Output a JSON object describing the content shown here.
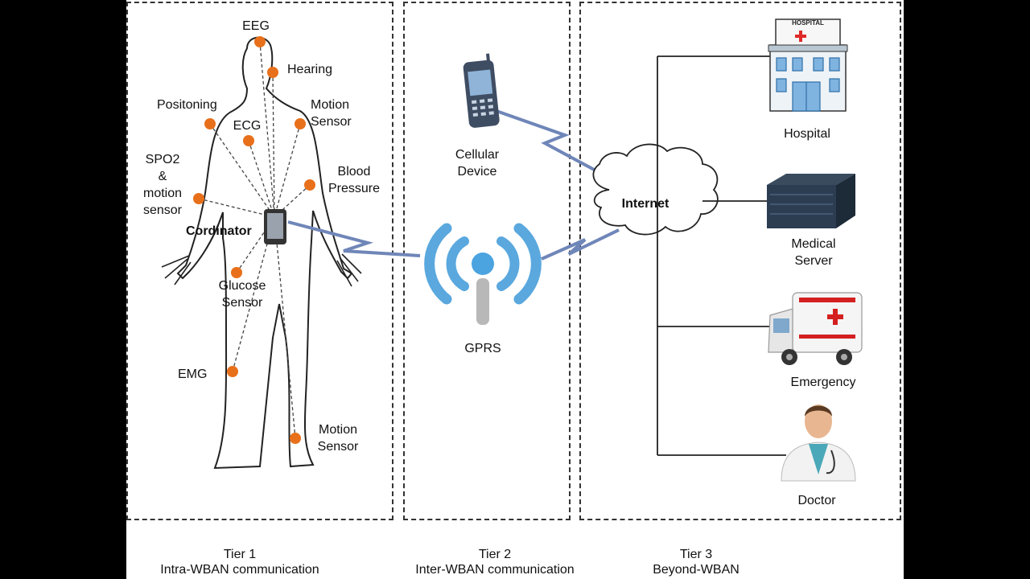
{
  "tiers": [
    {
      "title": "Tier 1",
      "subtitle": "Intra-WBAN communication"
    },
    {
      "title": "Tier 2",
      "subtitle": "Inter-WBAN communication"
    },
    {
      "title": "Tier 3",
      "subtitle": "Beyond-WBAN"
    }
  ],
  "sensors": {
    "eeg": "EEG",
    "hearing": "Hearing",
    "positioning": "Positoning",
    "ecg": "ECG",
    "motion_upper_1": "Motion",
    "motion_upper_2": "Sensor",
    "spo2_1": "SPO2",
    "spo2_2": "&",
    "spo2_3": "motion",
    "spo2_4": "sensor",
    "blood_1": "Blood",
    "blood_2": "Pressure",
    "coordinator": "Cordinator",
    "glucose_1": "Glucose",
    "glucose_2": "Sensor",
    "emg": "EMG",
    "motion_lower_1": "Motion",
    "motion_lower_2": "Sensor"
  },
  "tier2": {
    "cellular_1": "Cellular",
    "cellular_2": "Device",
    "gprs": "GPRS"
  },
  "tier3": {
    "internet": "Internet",
    "hospital": "Hospital",
    "hospital_sign": "HOSPITAL",
    "server_1": "Medical",
    "server_2": "Server",
    "emergency": "Emergency",
    "doctor": "Doctor"
  },
  "colors": {
    "sensor_dot": "#e8701a",
    "signal_blue": "#5aa8de",
    "zigzag": "#6f86b8",
    "dashed_border": "#333333"
  }
}
